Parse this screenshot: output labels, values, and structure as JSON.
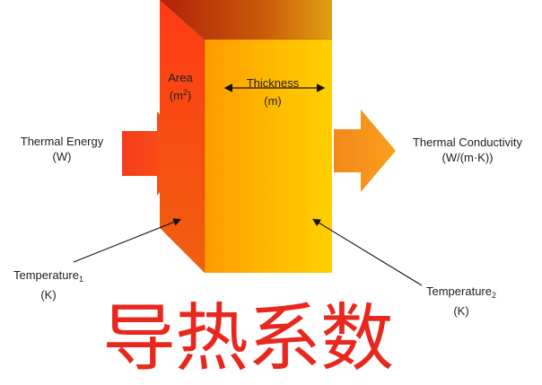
{
  "labels": {
    "area": {
      "line1": "Area",
      "line2_base": "(m",
      "line2_sup": "2",
      "line2_close": ")"
    },
    "thickness": {
      "line1": "Thickness",
      "line2": "(m)"
    },
    "thermal_energy": {
      "line1": "Thermal Energy",
      "line2": "(W)"
    },
    "thermal_conductivity": {
      "line1": "Thermal Conductivity",
      "line2": "(W/(m·K))"
    },
    "temperature1": {
      "base": "Temperature",
      "sub": "1",
      "unit": "(K)"
    },
    "temperature2": {
      "base": "Temperature",
      "sub": "2",
      "unit": "(K)"
    }
  },
  "caption": "导热系数",
  "colors": {
    "caption": "#e8281e",
    "block_front_left": "#ffad00",
    "block_front_right": "#ffce00",
    "block_side": "#ee3a0a",
    "block_top": "#c23a0c",
    "arrow_in": "#f04a1a",
    "arrow_out": "#f79218"
  }
}
